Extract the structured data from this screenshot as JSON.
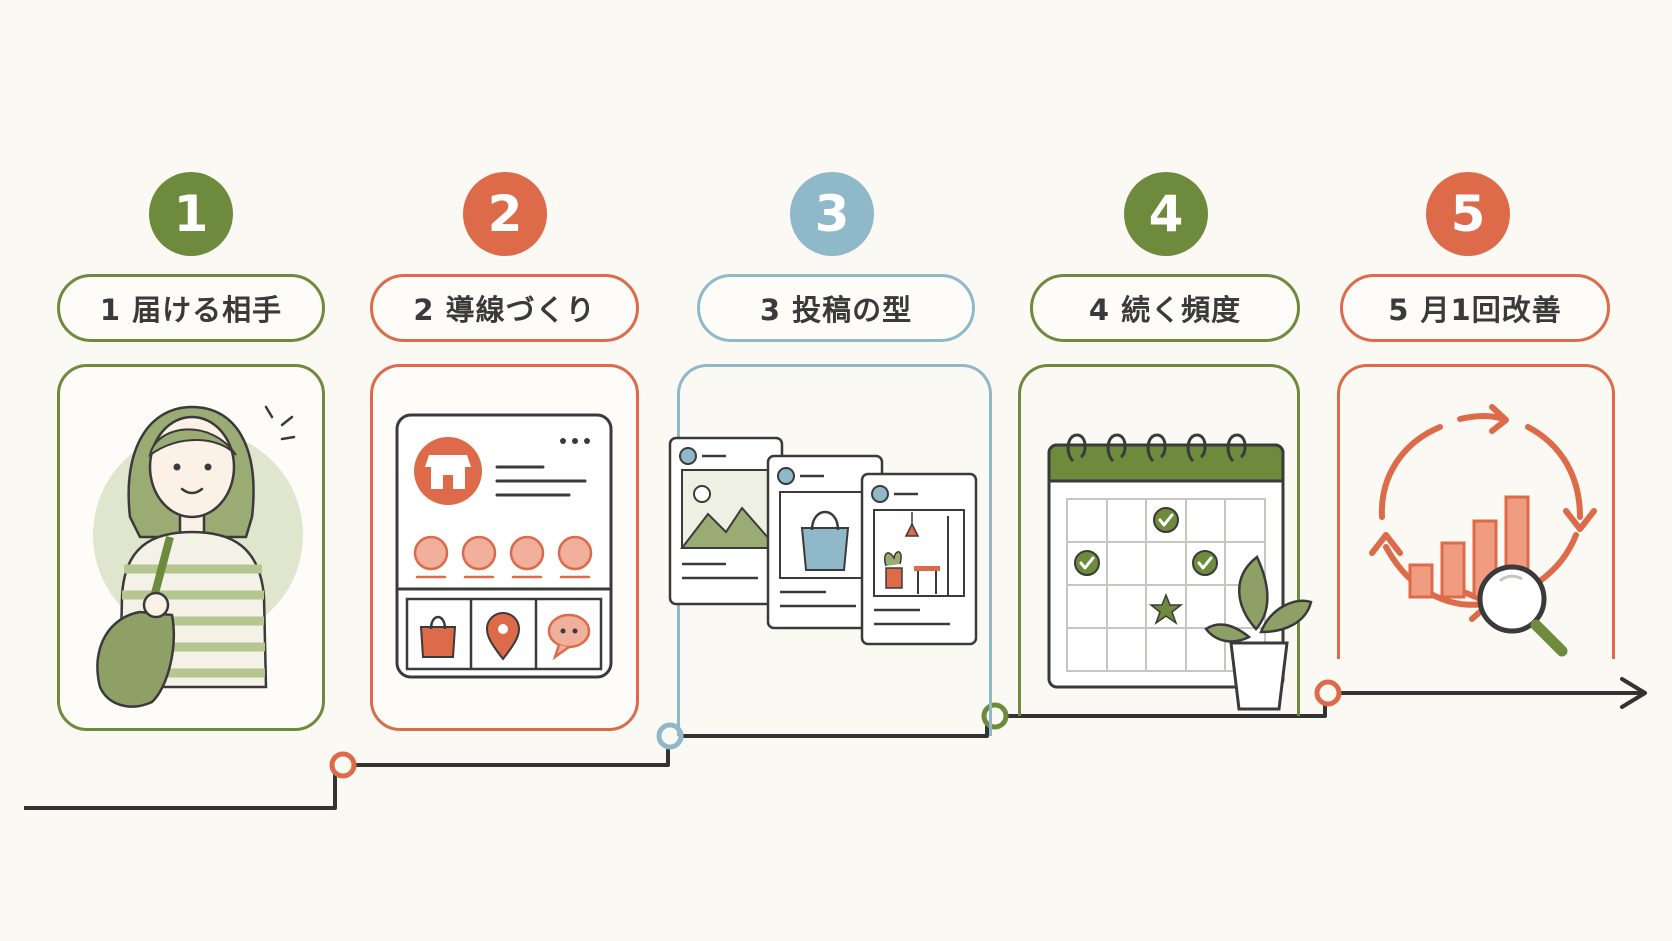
{
  "colors": {
    "green": "#6e8b3d",
    "orange": "#dd6a48",
    "blue": "#8fb8c8",
    "line": "#333333"
  },
  "steps": [
    {
      "number": "1",
      "label": "1 届ける相手",
      "icon": "person-with-bag-icon"
    },
    {
      "number": "2",
      "label": "2 導線づくり",
      "icon": "shop-profile-icon"
    },
    {
      "number": "3",
      "label": "3 投稿の型",
      "icon": "post-templates-icon"
    },
    {
      "number": "4",
      "label": "4 続く頻度",
      "icon": "calendar-plant-icon"
    },
    {
      "number": "5",
      "label": "5 月1回改善",
      "icon": "improvement-cycle-icon"
    }
  ]
}
